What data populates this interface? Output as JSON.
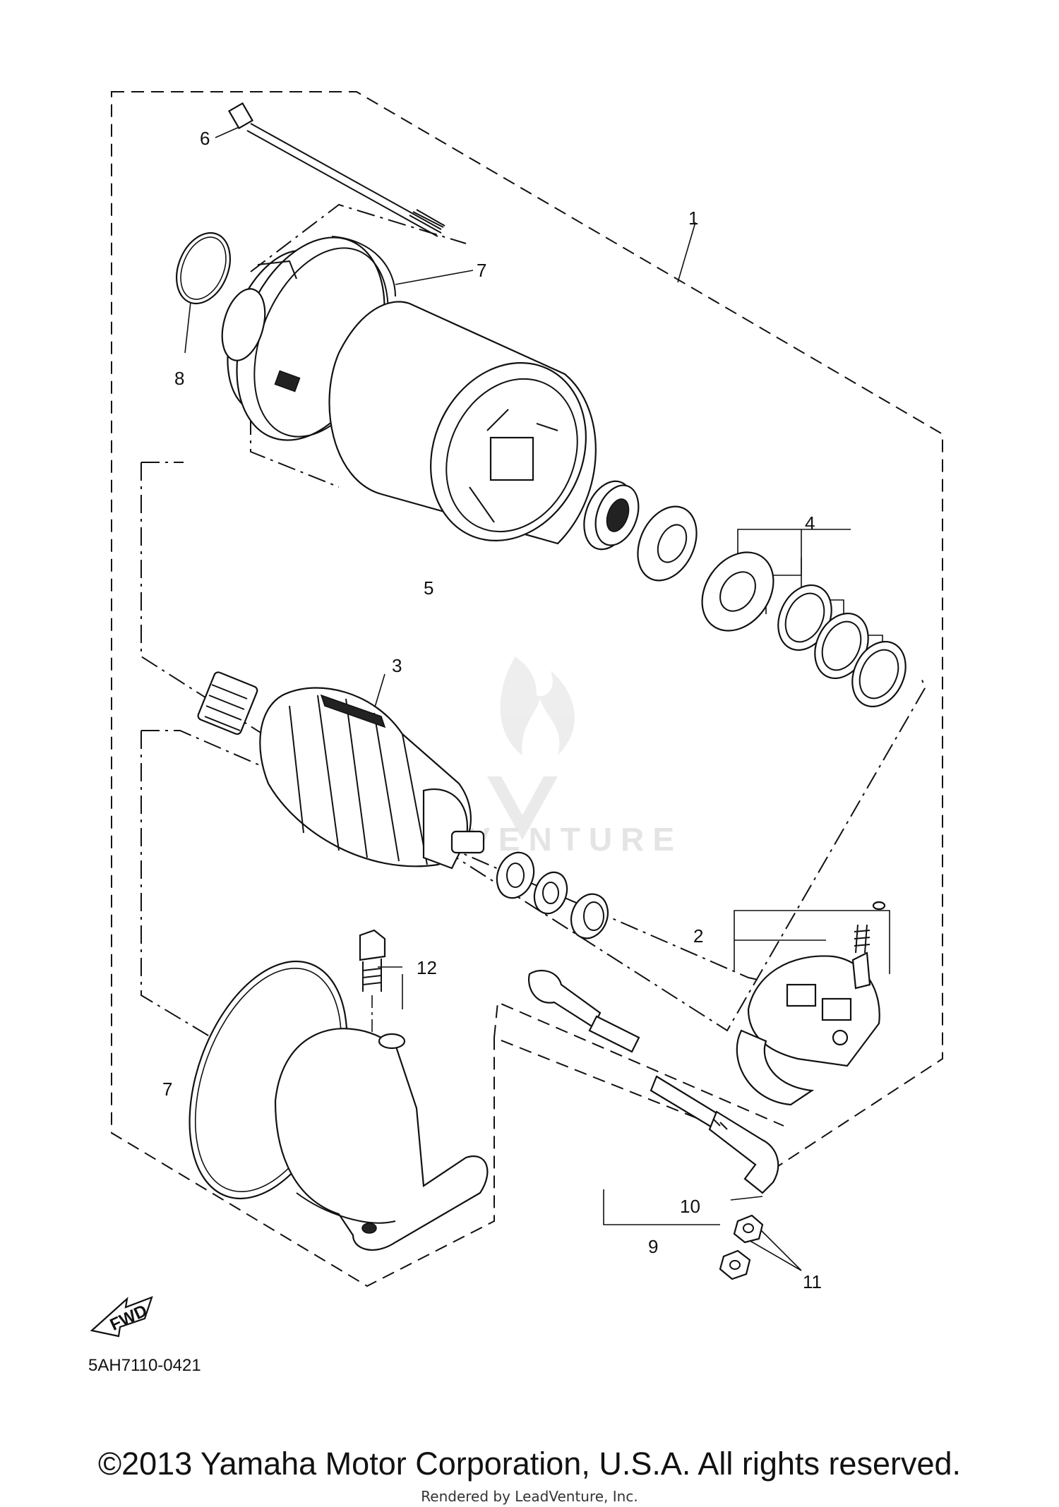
{
  "diagram": {
    "callouts": {
      "c1": "1",
      "c2": "2",
      "c3": "3",
      "c4": "4",
      "c5": "5",
      "c6": "6",
      "c7a": "7",
      "c7b": "7",
      "c8": "8",
      "c9": "9",
      "c10": "10",
      "c11": "11",
      "c12": "12"
    },
    "fwd_label": "FWD",
    "diagram_code": "5AH7110-0421",
    "watermark": "LEADVENTURE",
    "icons": {
      "fwd": "fwd-arrow-icon",
      "watermark": "leadventure-logo-icon"
    }
  },
  "footer": {
    "copyright": "©2013 Yamaha Motor Corporation, U.S.A. All rights reserved.",
    "rendered_by": "Rendered by LeadVenture, Inc."
  }
}
